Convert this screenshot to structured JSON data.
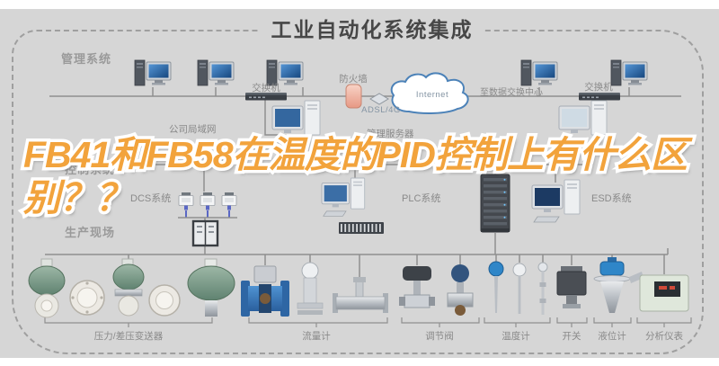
{
  "title": "工业自动化系统集成",
  "overlay": {
    "line1": "FB41和FB58在温度的PID控制上有什么区",
    "line2": "别？？"
  },
  "tiers": {
    "management": "管理系统",
    "control": "控制系统",
    "field": "生产现场"
  },
  "network": {
    "switch_left": "交换机",
    "firewall": "防火墙",
    "adsl": "ADSL/4G",
    "internet": "Internet",
    "to_data_center": "至数据交换中心",
    "switch_right": "交换机",
    "company_lan": "公司局域网",
    "management_server": "管理服务器"
  },
  "systems": {
    "dcs": "DCS系统",
    "plc": "PLC系统",
    "esd": "ESD系统"
  },
  "field_devices": [
    {
      "label": "压力/差压变送器"
    },
    {
      "label": "流量计"
    },
    {
      "label": "调节阀"
    },
    {
      "label": "温度计"
    },
    {
      "label": "开关"
    },
    {
      "label": "液位计"
    },
    {
      "label": "分析仪表"
    }
  ],
  "colors": {
    "background": "#d6d6d6",
    "overlay_fill": "#f2a33c",
    "overlay_outline": "#ffffff",
    "title_text": "#474747",
    "label_text": "#8a8a8a",
    "line": "#8f8f8f",
    "screen_blue": "#2e6db4",
    "cloud_border": "#4c82b8",
    "transmitter_green": "#7fa08d",
    "flowmeter_blue": "#3577b5",
    "firewall_pink": "#e79884"
  }
}
